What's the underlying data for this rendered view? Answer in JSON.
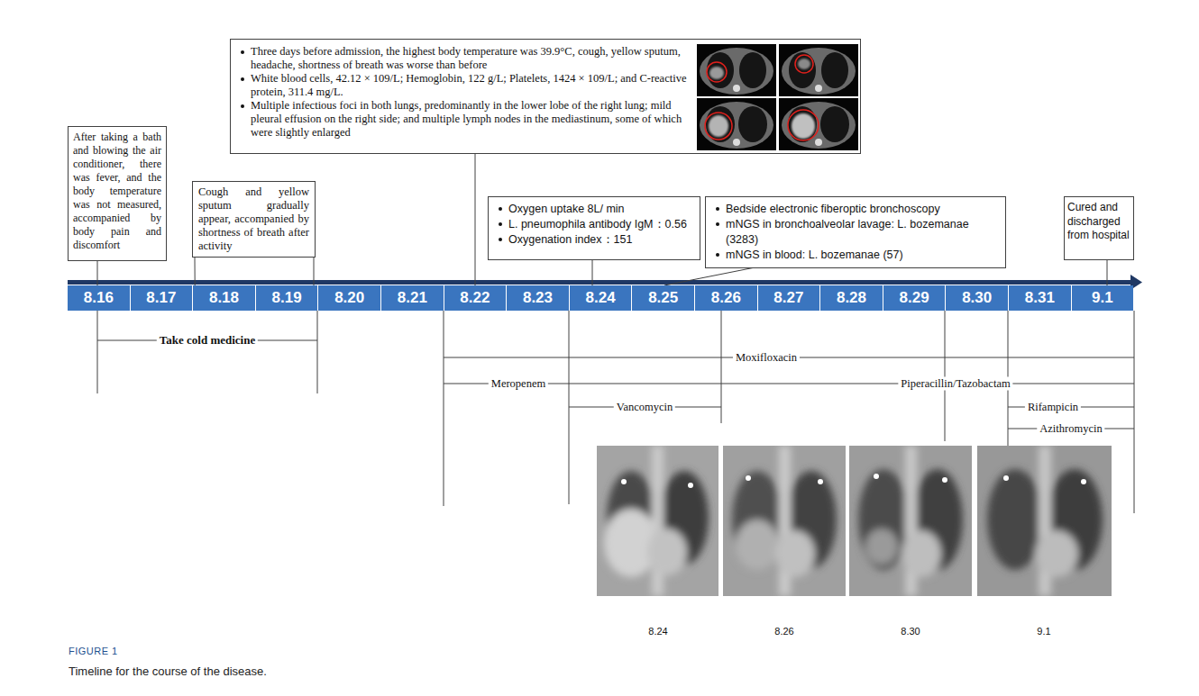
{
  "diagram": {
    "caption": "Timeline for the course of the disease.",
    "nodes": [
      {
        "text": [
          "After taking a bath and blowing the air conditioner, there was fever, and the body temperature was not measured, accompanied by body pain and discomfort"
        ]
      },
      {
        "text": [
          "Cough and yellow sputum gradually appear, accompanied by shortness of breath after activity"
        ]
      },
      {
        "text": [
          "Three days before admission, the highest body temperature was 39.9°C, cough, yellow sputum, headache, shortness of breath was worse than before",
          "White blood cells, 42.12 × 109/L; Hemoglobin, 122 g/L; Platelets, 1424 × 109/L; and C-reactive protein, 311.4 mg/L.",
          "Multiple infectious foci in both lungs, predominantly in the lower lobe of the right lung; mild pleural effusion on the right side; and multiple lymph nodes in the mediastinum, some of which were slightly enlarged"
        ]
      },
      {
        "text": [
          "Oxygen uptake 8L/ min",
          "L. pneumophila antibody IgM：0.56",
          "Oxygenation index：151"
        ]
      },
      {
        "text": [
          "Bedside electronic fiberoptic bronchoscopy",
          "mNGS in bronchoalveolar lavage: L. bozemanae (3283)",
          "mNGS in blood: L. bozemanae (57)"
        ]
      },
      {
        "text": [
          "Cured and discharged from hospital"
        ]
      },
      {
        "text": [
          "8.16"
        ]
      },
      {
        "text": [
          "8.17"
        ]
      },
      {
        "text": [
          "8.18"
        ]
      },
      {
        "text": [
          "8.19"
        ]
      },
      {
        "text": [
          "8.20"
        ]
      },
      {
        "text": [
          "8.21"
        ]
      },
      {
        "text": [
          "8.22"
        ]
      },
      {
        "text": [
          "8.23"
        ]
      },
      {
        "text": [
          "8.24"
        ]
      },
      {
        "text": [
          "8.25"
        ]
      },
      {
        "text": [
          "8.26"
        ]
      },
      {
        "text": [
          "8.27"
        ]
      },
      {
        "text": [
          "8.28"
        ]
      },
      {
        "text": [
          "8.29"
        ]
      },
      {
        "text": [
          "8.30"
        ]
      },
      {
        "text": [
          "8.31"
        ]
      },
      {
        "text": [
          "9.1"
        ]
      }
    ],
    "edges": [
      {
        "from": 0,
        "to": 6,
        "arrow": "none"
      },
      {
        "from": 1,
        "to": 8,
        "arrow": "none"
      },
      {
        "from": 1,
        "to": 9,
        "arrow": "none"
      },
      {
        "from": 2,
        "to": 12,
        "arrow": "none"
      },
      {
        "from": 3,
        "to": 14,
        "arrow": "none"
      },
      {
        "from": 4,
        "to": 15,
        "arrow": "none"
      },
      {
        "from": 5,
        "to": 22,
        "arrow": "none"
      }
    ],
    "labels": [
      "Take cold medicine",
      "Moxifloxacin",
      "Meropenem",
      "Piperacillin/Tazobactam",
      "Vancomycin",
      "Rifampicin",
      "Azithromycin",
      "8.24",
      "8.26",
      "8.30",
      "9.1",
      "FIGURE 1"
    ]
  }
}
